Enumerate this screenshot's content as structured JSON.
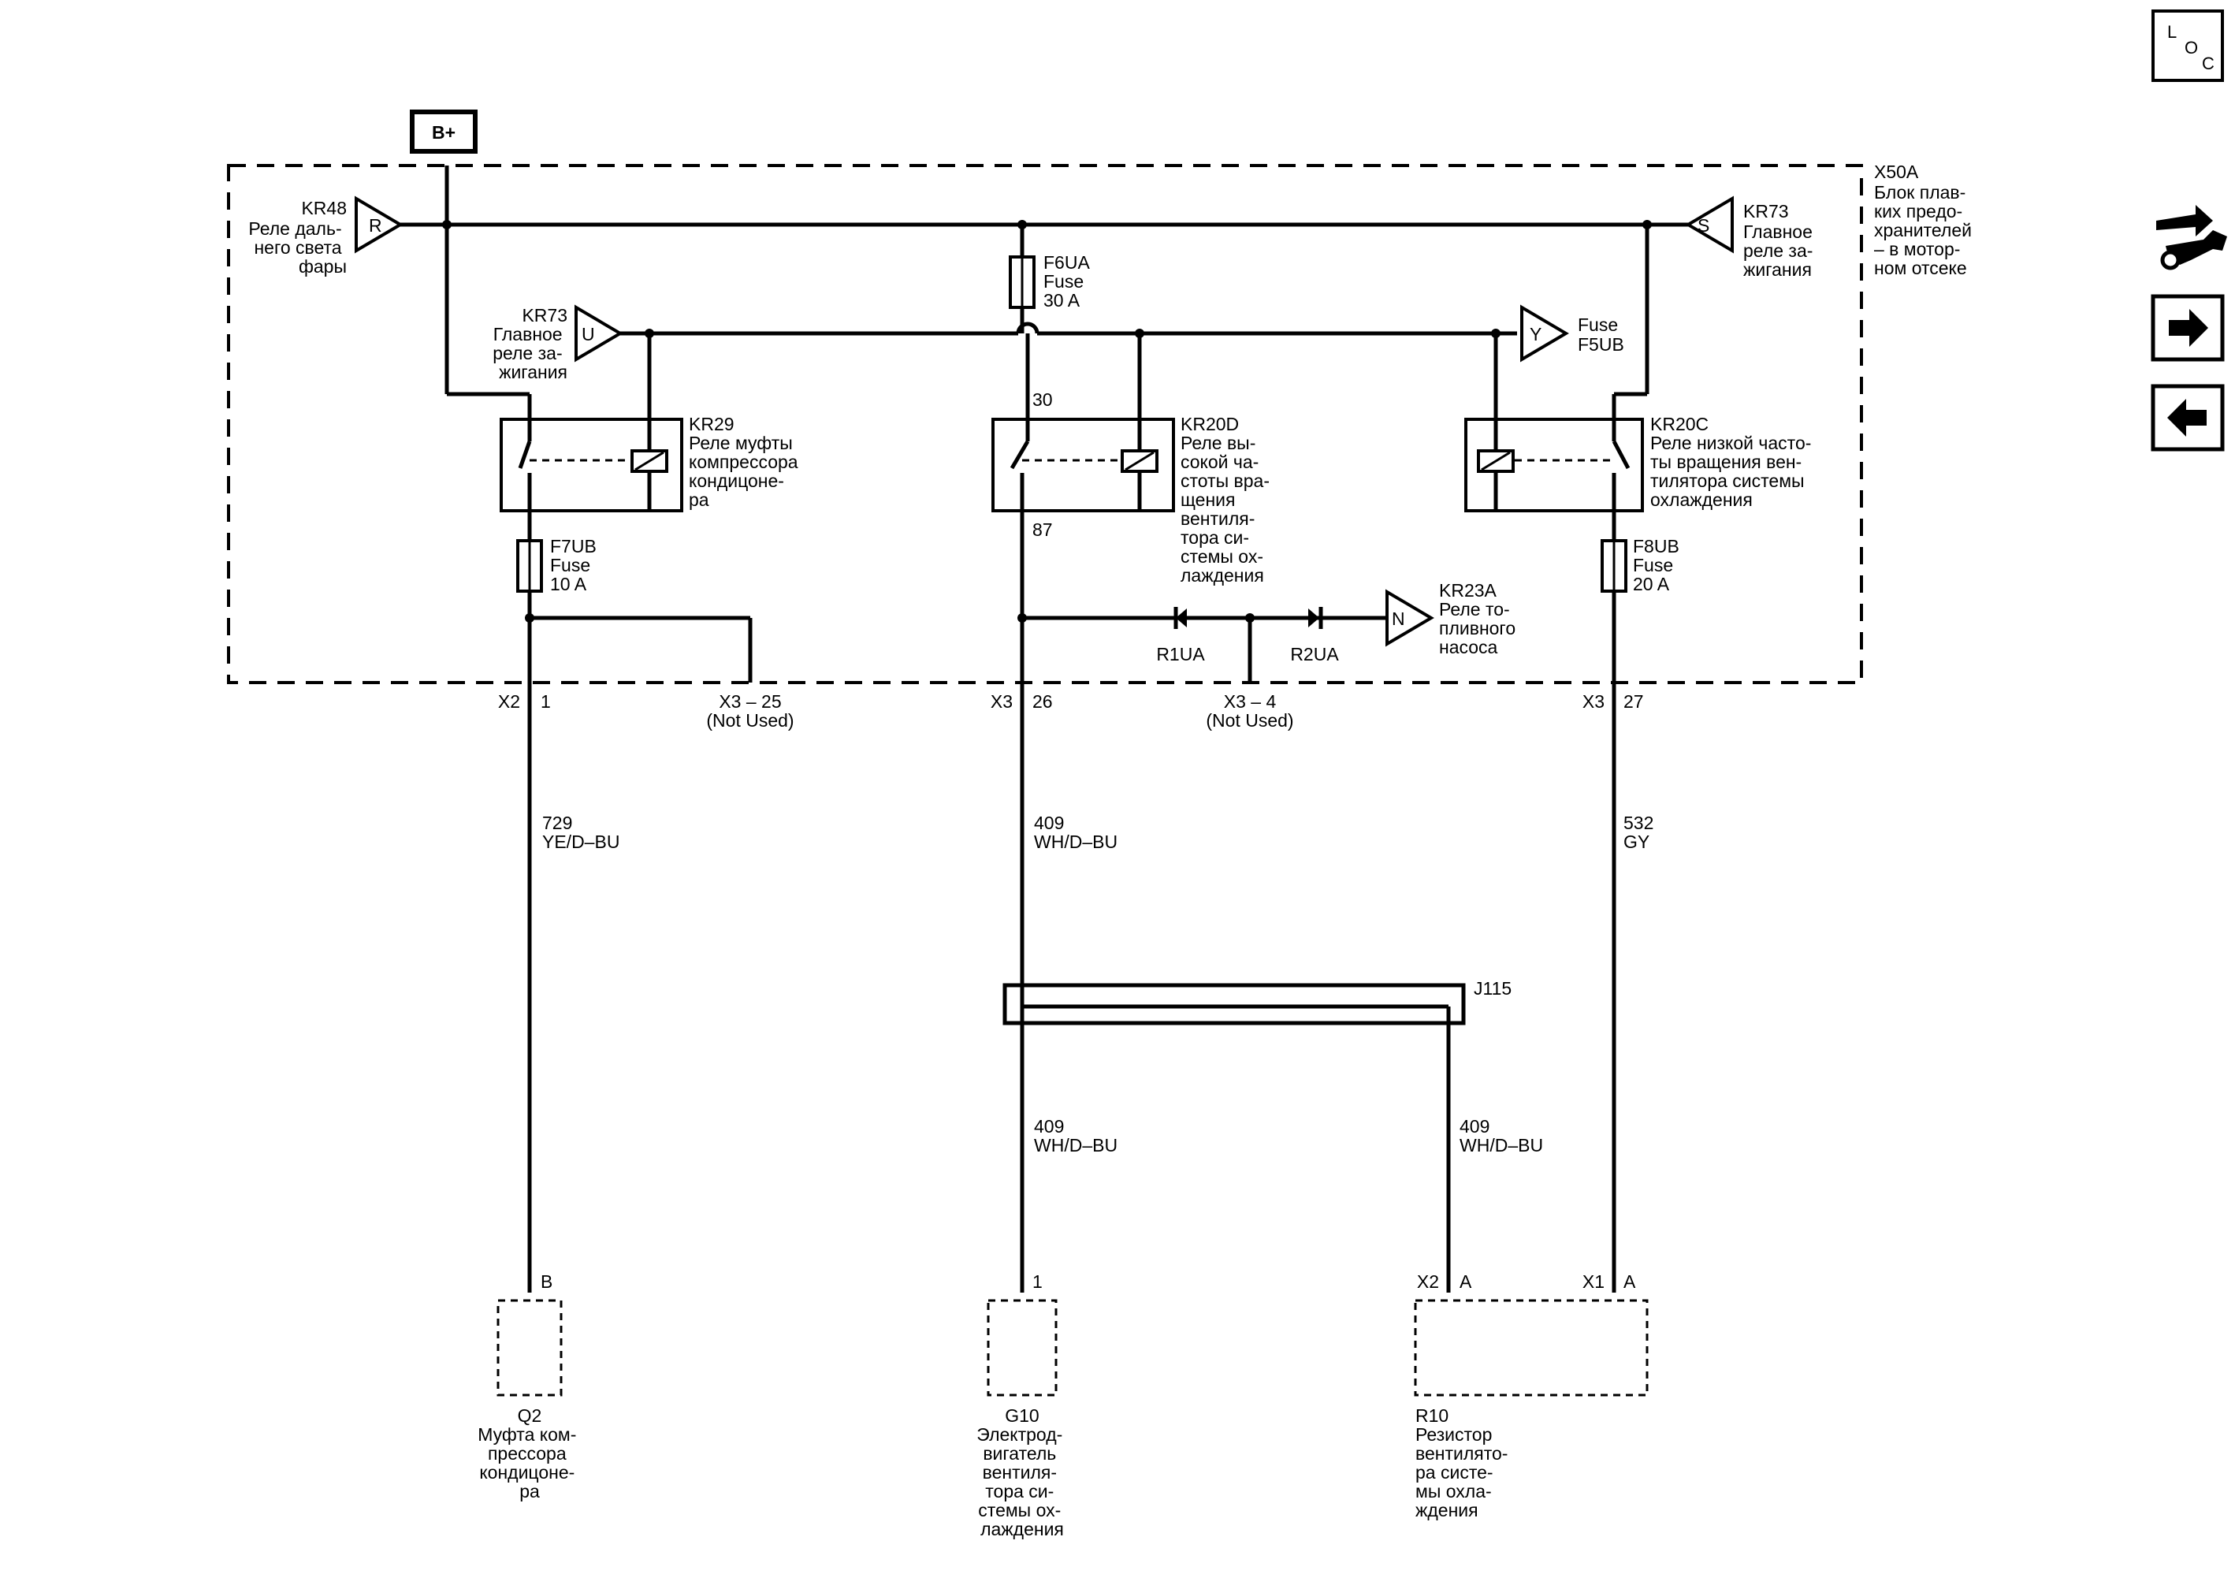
{
  "battery": "B+",
  "block": {
    "id": "X50A",
    "name": [
      "Блок плав-",
      "ких предо-",
      "хранителей",
      "– в мотор-",
      "ном отсеке"
    ]
  },
  "relays": {
    "kr48": {
      "id": "KR48",
      "desc": [
        "Реле даль-",
        "него света",
        "фары"
      ],
      "pin": "R"
    },
    "kr73_top": {
      "id": "KR73",
      "desc": [
        "Главное",
        "реле за-",
        "жигания"
      ],
      "pin": "S"
    },
    "kr73_mid": {
      "id": "KR73",
      "desc": [
        "Главное",
        "реле за-",
        "жигания"
      ],
      "pin": "U"
    },
    "fuse_ref": {
      "label": [
        "Fuse",
        "F5UB"
      ],
      "pin": "Y"
    },
    "kr29": {
      "id": "KR29",
      "desc": [
        "Реле муфты",
        "компрессора",
        "кондицоне-",
        "ра"
      ]
    },
    "kr20d": {
      "id": "KR20D",
      "desc": [
        "Реле вы-",
        "сокой ча-",
        "стоты вра-",
        "щения",
        "вентиля-",
        "тора си-",
        "стемы ох-",
        "лаждения"
      ]
    },
    "kr20c": {
      "id": "KR20C",
      "desc": [
        "Реле низкой часто-",
        "ты вращения вен-",
        "тилятора системы",
        "охлаждения"
      ]
    },
    "kr23a": {
      "id": "KR23A",
      "desc": [
        "Реле то-",
        "пливного",
        "насоса"
      ],
      "pin": "N"
    }
  },
  "pins": {
    "kr20d_in": "30",
    "kr20d_out": "87"
  },
  "fuses": {
    "f6ua": [
      "F6UA",
      "Fuse",
      "30 A"
    ],
    "f7ub": [
      "F7UB",
      "Fuse",
      "10 A"
    ],
    "f8ub": [
      "F8UB",
      "Fuse",
      "20 A"
    ]
  },
  "diodes": {
    "r1ua": "R1UA",
    "r2ua": "R2UA"
  },
  "connectors": {
    "x2_1": {
      "conn": "X2",
      "pin": "1"
    },
    "x3_25": {
      "label": "X3 – 25",
      "note": "(Not Used)"
    },
    "x3_26": {
      "conn": "X3",
      "pin": "26"
    },
    "x3_4": {
      "label": "X3 – 4",
      "note": "(Not Used)"
    },
    "x3_27": {
      "conn": "X3",
      "pin": "27"
    }
  },
  "wires": {
    "w729": {
      "num": "729",
      "color": "YE/D–BU"
    },
    "w409a": {
      "num": "409",
      "color": "WH/D–BU"
    },
    "w532": {
      "num": "532",
      "color": "GY"
    },
    "w409b": {
      "num": "409",
      "color": "WH/D–BU"
    },
    "w409c": {
      "num": "409",
      "color": "WH/D–BU"
    }
  },
  "splice": "J115",
  "components": {
    "q2": {
      "pin": "B",
      "id": "Q2",
      "desc": [
        "Муфта ком-",
        "прессора",
        "кондицоне-",
        "ра"
      ]
    },
    "g10": {
      "pin": "1",
      "id": "G10",
      "desc": [
        "Электрод-",
        "вигатель",
        "вентиля-",
        "тора си-",
        "стемы ох-",
        "лаждения"
      ]
    },
    "r10": {
      "pin_x2_conn": "X2",
      "pin_x2": "A",
      "pin_x1_conn": "X1",
      "pin_x1": "A",
      "id": "R10",
      "desc": [
        "Резистор",
        "вентилято-",
        "ра систе-",
        "мы охла-",
        "ждения"
      ]
    }
  },
  "nav": {
    "loc": [
      "L",
      "O",
      "C"
    ],
    "icons": [
      "connector-wrench-icon",
      "arrow-right-icon",
      "arrow-left-icon"
    ]
  }
}
